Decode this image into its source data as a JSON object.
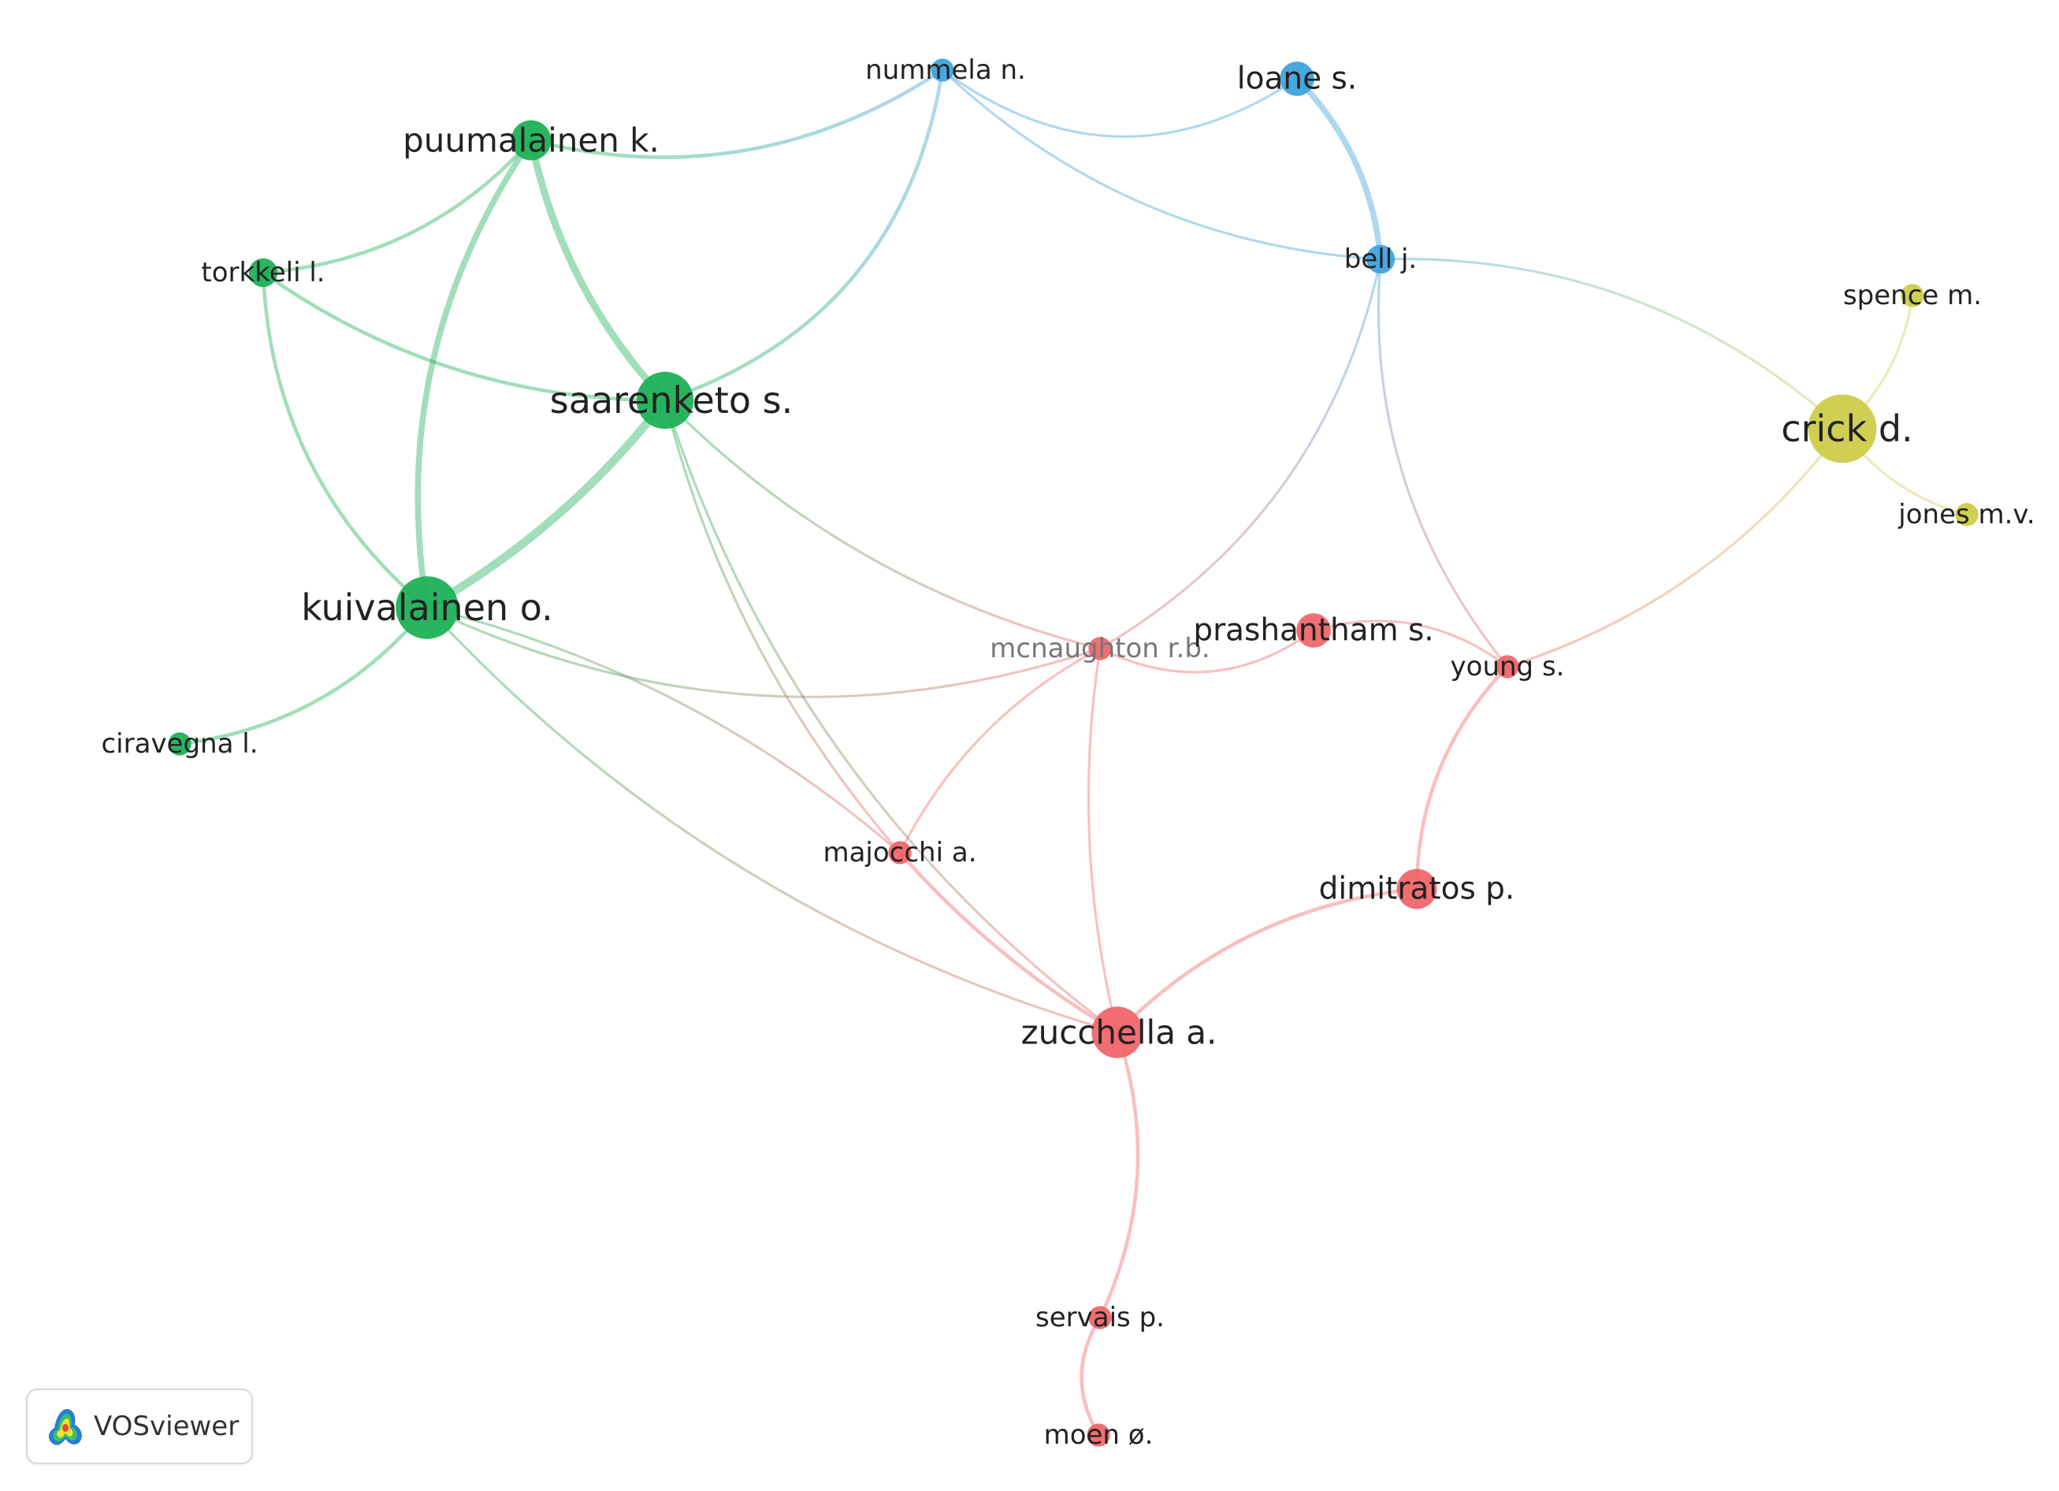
{
  "brand": {
    "name": "VOSviewer",
    "logo_icon": "vosviewer-density-logo-icon"
  },
  "network": {
    "clusters": {
      "red": "#f0666a",
      "green": "#1fb057",
      "blue": "#3fa3dd",
      "yellow": "#cccc4a"
    },
    "nodes": [
      {
        "id": "nummela",
        "label": "nummela n.",
        "cluster": "blue",
        "weight": 1
      },
      {
        "id": "loane",
        "label": "loane s.",
        "cluster": "blue",
        "weight": 3
      },
      {
        "id": "bell",
        "label": "bell j.",
        "cluster": "blue",
        "weight": 2
      },
      {
        "id": "puumalainen",
        "label": "puumalainen k.",
        "cluster": "green",
        "weight": 4
      },
      {
        "id": "torkkeli",
        "label": "torkkeli l.",
        "cluster": "green",
        "weight": 2
      },
      {
        "id": "saarenketo",
        "label": "saarenketo s.",
        "cluster": "green",
        "weight": 7
      },
      {
        "id": "kuivalainen",
        "label": "kuivalainen o.",
        "cluster": "green",
        "weight": 8
      },
      {
        "id": "ciravegna",
        "label": "ciravegna l.",
        "cluster": "green",
        "weight": 1
      },
      {
        "id": "spence",
        "label": "spence m.",
        "cluster": "yellow",
        "weight": 1
      },
      {
        "id": "crick",
        "label": "crick d.",
        "cluster": "yellow",
        "weight": 9
      },
      {
        "id": "jones",
        "label": "jones m.v.",
        "cluster": "yellow",
        "weight": 1
      },
      {
        "id": "mcnaughton",
        "label": "mcnaughton r.b.",
        "cluster": "red",
        "weight": 1,
        "faded": true
      },
      {
        "id": "prashantham",
        "label": "prashantham s.",
        "cluster": "red",
        "weight": 3
      },
      {
        "id": "young",
        "label": "young s.",
        "cluster": "red",
        "weight": 1
      },
      {
        "id": "majocchi",
        "label": "majocchi a.",
        "cluster": "red",
        "weight": 1
      },
      {
        "id": "dimitratos",
        "label": "dimitratos p.",
        "cluster": "red",
        "weight": 4
      },
      {
        "id": "zucchella",
        "label": "zucchella a.",
        "cluster": "red",
        "weight": 6
      },
      {
        "id": "servais",
        "label": "servais p.",
        "cluster": "red",
        "weight": 1
      },
      {
        "id": "moen",
        "label": "moen ø.",
        "cluster": "red",
        "weight": 1
      }
    ],
    "links": [
      {
        "source": "puumalainen",
        "target": "nummela",
        "strength": 2
      },
      {
        "source": "nummela",
        "target": "bell",
        "strength": 1
      },
      {
        "source": "nummela",
        "target": "loane",
        "strength": 1
      },
      {
        "source": "nummela",
        "target": "saarenketo",
        "strength": 2
      },
      {
        "source": "loane",
        "target": "bell",
        "strength": 4
      },
      {
        "source": "bell",
        "target": "crick",
        "strength": 1
      },
      {
        "source": "bell",
        "target": "mcnaughton",
        "strength": 1
      },
      {
        "source": "bell",
        "target": "young",
        "strength": 1
      },
      {
        "source": "puumalainen",
        "target": "torkkeli",
        "strength": 2
      },
      {
        "source": "puumalainen",
        "target": "saarenketo",
        "strength": 5
      },
      {
        "source": "puumalainen",
        "target": "kuivalainen",
        "strength": 4
      },
      {
        "source": "torkkeli",
        "target": "saarenketo",
        "strength": 2
      },
      {
        "source": "torkkeli",
        "target": "kuivalainen",
        "strength": 2
      },
      {
        "source": "saarenketo",
        "target": "kuivalainen",
        "strength": 6
      },
      {
        "source": "kuivalainen",
        "target": "ciravegna",
        "strength": 2
      },
      {
        "source": "saarenketo",
        "target": "mcnaughton",
        "strength": 1
      },
      {
        "source": "saarenketo",
        "target": "majocchi",
        "strength": 1
      },
      {
        "source": "saarenketo",
        "target": "zucchella",
        "strength": 1
      },
      {
        "source": "kuivalainen",
        "target": "zucchella",
        "strength": 1
      },
      {
        "source": "kuivalainen",
        "target": "mcnaughton",
        "strength": 1
      },
      {
        "source": "kuivalainen",
        "target": "majocchi",
        "strength": 1
      },
      {
        "source": "crick",
        "target": "spence",
        "strength": 1
      },
      {
        "source": "crick",
        "target": "jones",
        "strength": 1
      },
      {
        "source": "crick",
        "target": "young",
        "strength": 1
      },
      {
        "source": "mcnaughton",
        "target": "prashantham",
        "strength": 1
      },
      {
        "source": "prashantham",
        "target": "young",
        "strength": 1
      },
      {
        "source": "mcnaughton",
        "target": "majocchi",
        "strength": 1
      },
      {
        "source": "mcnaughton",
        "target": "zucchella",
        "strength": 1
      },
      {
        "source": "majocchi",
        "target": "zucchella",
        "strength": 2
      },
      {
        "source": "young",
        "target": "dimitratos",
        "strength": 2
      },
      {
        "source": "dimitratos",
        "target": "zucchella",
        "strength": 2
      },
      {
        "source": "zucchella",
        "target": "servais",
        "strength": 2
      },
      {
        "source": "servais",
        "target": "moen",
        "strength": 2
      }
    ]
  }
}
